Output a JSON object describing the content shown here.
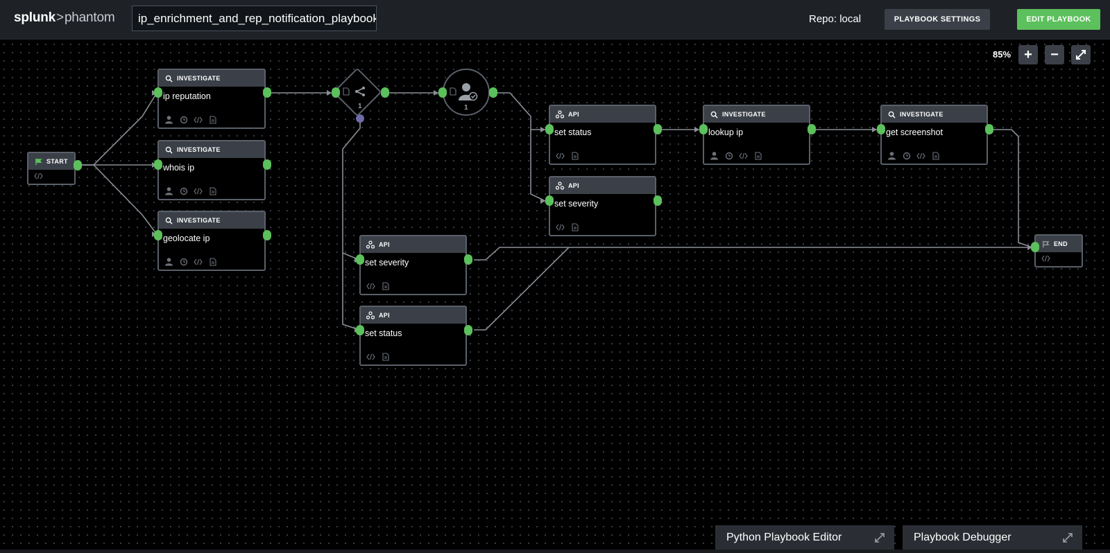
{
  "header": {
    "logo_brand": "splunk",
    "logo_sep": ">",
    "logo_product": "phantom",
    "playbook_name": "ip_enrichment_and_rep_notification_playbook",
    "repo": "Repo: local",
    "settings_button": "PLAYBOOK SETTINGS",
    "edit_button": "EDIT PLAYBOOK"
  },
  "zoom": {
    "level": "85%",
    "zoom_in": "+",
    "zoom_out": "−"
  },
  "nodes": {
    "start": {
      "type": "START"
    },
    "ip_reputation": {
      "type": "INVESTIGATE",
      "title": "ip reputation"
    },
    "whois_ip": {
      "type": "INVESTIGATE",
      "title": "whois ip"
    },
    "geolocate_ip": {
      "type": "INVESTIGATE",
      "title": "geolocate ip"
    },
    "decision": {
      "count": "1"
    },
    "prompt": {
      "count": "1"
    },
    "set_status_top": {
      "type": "API",
      "title": "set status"
    },
    "set_severity_top": {
      "type": "API",
      "title": "set severity"
    },
    "lookup_ip": {
      "type": "INVESTIGATE",
      "title": "lookup ip"
    },
    "get_screenshot": {
      "type": "INVESTIGATE",
      "title": "get screenshot"
    },
    "set_severity_bottom": {
      "type": "API",
      "title": "set severity"
    },
    "set_status_bottom": {
      "type": "API",
      "title": "set status"
    },
    "end": {
      "type": "END"
    }
  },
  "panels": {
    "python_editor": "Python Playbook Editor",
    "debugger": "Playbook Debugger"
  },
  "colors": {
    "accent_green": "#5cc05c",
    "node_header": "#3b4048",
    "node_border": "#5a6069",
    "edge": "#8a8f96"
  },
  "icons": [
    "flag-icon",
    "search-icon",
    "api-icon",
    "user-icon",
    "clock-icon",
    "code-icon",
    "doc-icon",
    "branch-icon",
    "user-check-icon",
    "expand-icon"
  ]
}
